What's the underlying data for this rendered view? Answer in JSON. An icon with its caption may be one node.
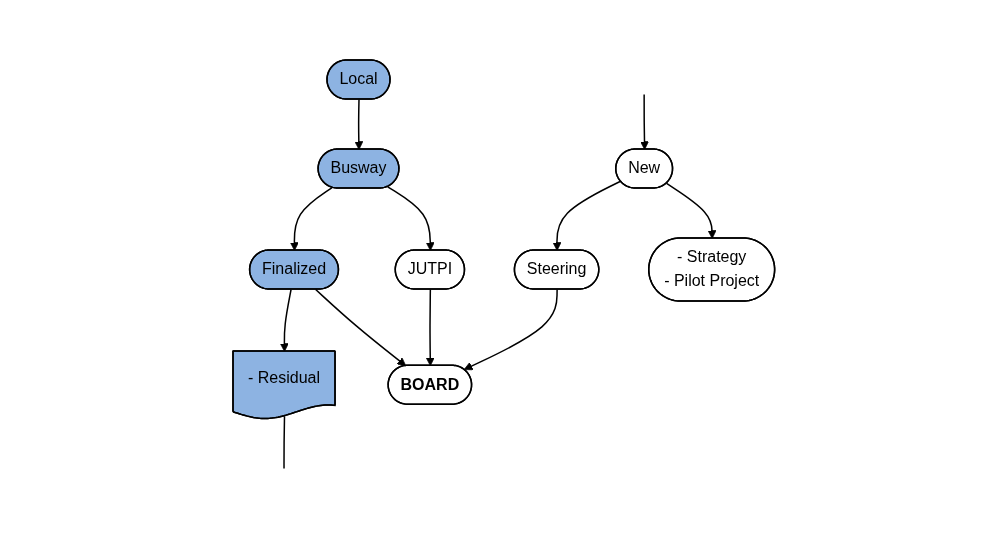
{
  "diagram": {
    "nodes": [
      {
        "text": [
          "Local"
        ]
      },
      {
        "text": [
          "Busway"
        ]
      },
      {
        "text": [
          "Finalized"
        ]
      },
      {
        "text": [
          "- Residual"
        ]
      },
      {
        "text": [
          "JUTPI"
        ]
      },
      {
        "text": [
          "BOARD"
        ]
      },
      {
        "text": [
          "Steering"
        ]
      },
      {
        "text": [
          "New"
        ]
      },
      {
        "text": [
          "- Strategy",
          "- Pilot Project"
        ]
      }
    ],
    "edges": [
      {
        "from": 0,
        "to": 1,
        "arrow": "to"
      },
      {
        "from": 1,
        "to": 2,
        "arrow": "to"
      },
      {
        "from": 2,
        "to": 3,
        "arrow": "to"
      },
      {
        "from": 1,
        "to": 4,
        "arrow": "to"
      },
      {
        "from": 2,
        "to": 5,
        "arrow": "to"
      },
      {
        "from": 4,
        "to": 5,
        "arrow": "to"
      },
      {
        "from": 6,
        "to": 5,
        "arrow": "to"
      },
      {
        "from": 7,
        "to": 6,
        "arrow": "to"
      },
      {
        "from": 7,
        "to": 8,
        "arrow": "to"
      },
      {
        "from": 3,
        "to": null,
        "arrow": "none"
      },
      {
        "from": null,
        "to": 7,
        "arrow": "to"
      }
    ]
  }
}
